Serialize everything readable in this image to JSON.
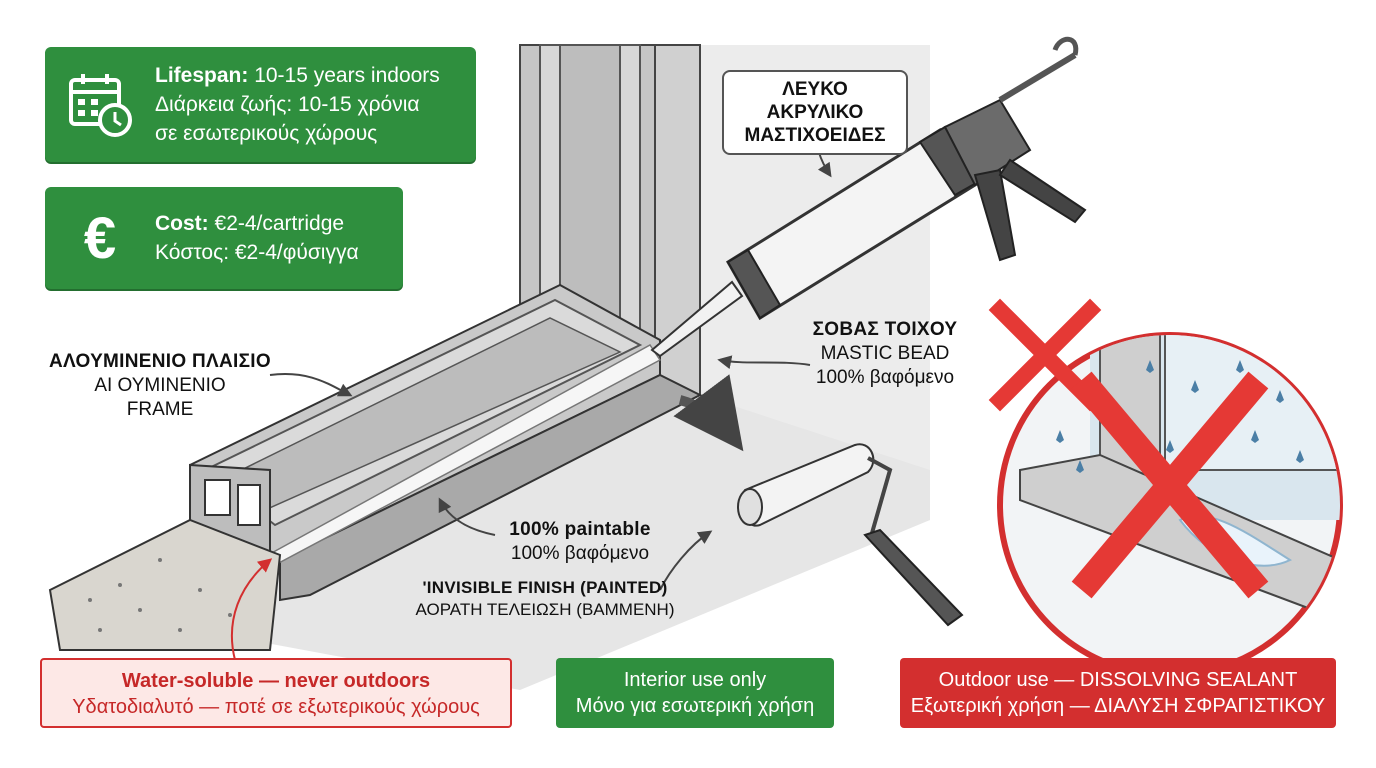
{
  "lifespan_card": {
    "label_en": "Lifespan:",
    "value_en": "10-15 years indoors",
    "line_gr_1": "Διάρκεια ζωής: 10-15 χρόνια",
    "line_gr_2": "σε εσωτερικούς χώρους",
    "icon": "calendar-clock-icon"
  },
  "cost_card": {
    "label_en": "Cost:",
    "value_en": "€2-4/cartridge",
    "line_gr": "Κόστος: €2-4/φύσιγγα",
    "icon": "euro-icon",
    "icon_glyph": "€"
  },
  "tube_label": {
    "line1": "ΛΕΥΚΟ ΑΚΡΥΛΙΚΟ",
    "line2": "ΜΑΣΤΙΧΟΕΙΔΕΣ"
  },
  "frame_label": {
    "line1": "ΑΛΟΥΜΙΝΕΝΙΟ ΠΛΑΙΣΙΟ",
    "line2": "ΑΙ ΟΥΜΙΝΕΝΙΟ",
    "line3": "FRAME"
  },
  "wall_label": {
    "line1": "ΣΟΒΑΣ ΤΟΙΧΟΥ",
    "line2": "MASTIC BEAD",
    "line3": "100% βαφόμενο"
  },
  "paintable_label": {
    "line1": "100% paintable",
    "line2": "100% βαφόμενο"
  },
  "finish_label": {
    "line1": "'INVISIBLE FINISH (PAINTED)",
    "line2": "ΑΟΡΑΤΗ ΤΕΛΕΙΩΣΗ (ΒΑΜΜΕΝΗ)"
  },
  "bottom": {
    "water": {
      "line1": "Water-soluble — never outdoors",
      "line2": "Υδατοδιαλυτό — ποτέ σε εξωτερικούς χώρους"
    },
    "interior": {
      "line1": "Interior use only",
      "line2": "Μόνο για εσωτερική χρήση"
    },
    "outdoor": {
      "line1": "Outdoor use — DISSOLVING SEALANT",
      "line2": "Εξωτερική χρήση — ΔΙΑΛΥΣΗ ΣΦΡΑΓΙΣΤΙΚΟΥ"
    }
  },
  "colors": {
    "green": "#2f8f3e",
    "red": "#d32f2f",
    "frame_grey": "#b9b9b9",
    "concrete": "#d9d6cf"
  }
}
